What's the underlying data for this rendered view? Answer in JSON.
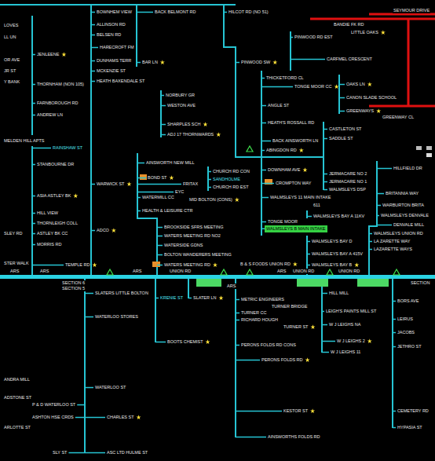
{
  "diagram": {
    "nodes": [
      {
        "text": [
          "WALMSLEYS B MAIN INTAKE"
        ]
      }
    ],
    "labels": [
      "LOVES",
      "LL UN",
      "JENLEENE",
      "OR AVE",
      "JR ST",
      "Y BANK",
      "THORNHAM (NON 105)",
      "FARNBOROUGH RD",
      "ANDREW LN",
      "MELDEN HILL APTS",
      "RAINSHAW ST",
      "STANBOURNE DR",
      "ASIA ASTLEY BK",
      "HILL VIEW",
      "THORNLEIGH COLL",
      "SLEY RD",
      "ASTLEY BK CC",
      "MORRIS RD",
      "STER WALK",
      "TEMPLE RD",
      "ARS",
      "ARS",
      "SECTION 6",
      "SECTION 5",
      "BOWNHEM VIEW",
      "ALLINSON RD",
      "BELSEN RD",
      "HARECROFT FM",
      "DUNHAMS TERR",
      "MCKENZIE ST",
      "HEATH BAXENDALE ST",
      "WARWICK ST",
      "ADCO",
      "BACK BELMONT RD",
      "BAR LN",
      "NORBURY GR",
      "WESTON AVE",
      "SHARPLES SCH",
      "ADJ 17 THORNWARDS",
      "AINSWORTH NEW MILL",
      "BOND ST",
      "WATERMILL CC",
      "EYC",
      "FRITAX",
      "MID BOLTON (CONS)",
      "HEALTH & LEISURE CTR",
      "BROOKSIDE SFRS MEETING",
      "WATERS MEETING RD NO2",
      "WATERSIDE GDNS",
      "BOLTON WANDERERS MEETING",
      "WATERS MEETING RD",
      "HILCOT RD (NO 51)",
      "PINWOOD RD EST",
      "PINWOOD SW",
      "THICKETFORD CL",
      "TONGE MOOR CC",
      "CARFMEL CRESCENT",
      "ANGLE ST",
      "HEATH'S ROSSALL RD",
      "BACK AINSWORTH LN",
      "ABINGDON RD",
      "CHURCH RD CON",
      "SANDHOLME",
      "CHURCH RD EST",
      "DOWNHAM AVE",
      "CROMPTON WAY",
      "WALMSLEYS 11 MAIN INTAKE",
      "611",
      "TONGE MOOR",
      "WALMSLEYS BAY A 11KV",
      "WALMSLEYS BAY D",
      "WALMSLEYS BAY A 415V",
      "WALMSLEYS BAY B",
      "B & S FOODS UNION RD",
      "CASTLETON ST",
      "SADDLE ST",
      "OAKS LN",
      "CANON SLADE SCHOOL",
      "GREENWAY CL",
      "GREENWAYS",
      "LITTLE OAKS",
      "BANDIE FK RD",
      "SEYMOUR DRIVE",
      "HILLFIELD DR",
      "JERMACARE NO 2",
      "JERMACARE NO 1",
      "WALMSLEYS DSP",
      "BRITANNIA WAY",
      "WARBURTON BRITA",
      "WALMSLEYS DENVALE",
      "DENVALE MILL",
      "WALMSLEYS UNION RD",
      "LA ZARETTE WAY",
      "LAZARETTE WAYS",
      "UNION RD",
      "ARS",
      "UNION RD",
      "ARS",
      "UNION RD",
      "SECTION",
      "SLATERS LITTLE BOLTON",
      "KRENIE ST",
      "SLATER LN",
      "ARS",
      "HILL MILL",
      "METRIC ENGINEERS",
      "TURNER BRIDGE",
      "TURNER CC",
      "RICHARD HOUGH",
      "TURNER ST",
      "LEIGH'S PAINTS MILL ST",
      "W J LEIGHS NA",
      "W J LEIGHS 2",
      "W J LEIGHS 11",
      "BORS AVE",
      "LEIRUS",
      "JACOBS",
      "JETHRO ST",
      "WATERLOO STORES",
      "PERONS FOLDS RD CONS",
      "PERONS FOLDS RD",
      "BOOTS CHEMIST",
      "WATERLOO ST",
      "ANDRA MILL",
      "ADSTONE ST",
      "P & D WATERLOO ST",
      "ASHTON HSE CRDS",
      "CHARLES ST",
      "ARLOTTE ST",
      "KESTOR ST",
      "CEMETERY RD",
      "HYPASIA ST",
      "AINSWORTHS FOLDS RD",
      "SLY ST",
      "ASC LTD HULME ST"
    ]
  }
}
